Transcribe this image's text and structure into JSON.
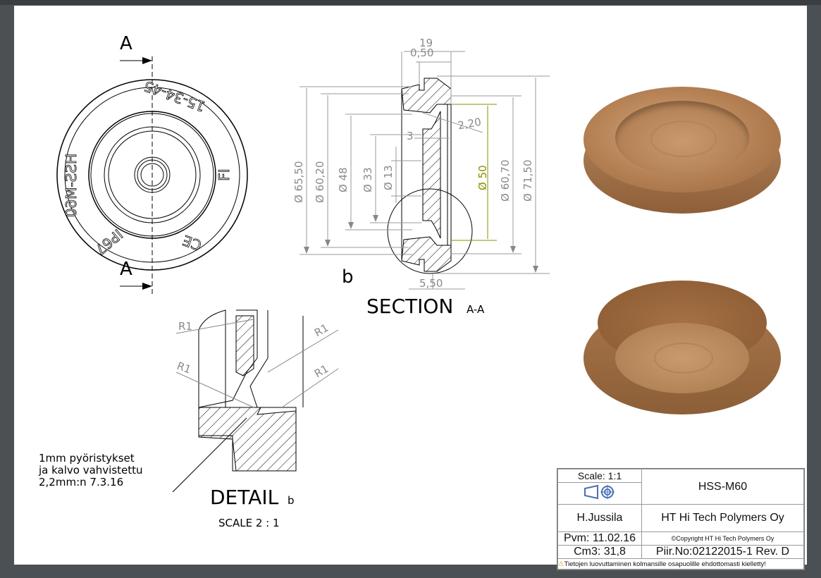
{
  "front_view": {
    "section_label_top": "A",
    "section_label_bottom": "A",
    "engravings": [
      "HSS-M60",
      "15-34-45",
      "FI",
      "IP67",
      "CE"
    ]
  },
  "section_view": {
    "dimensions": {
      "d_19": "19",
      "d_050": "0,50",
      "d_220": "2,20",
      "d_3": "3",
      "d_550": "5,50",
      "dia_6550": "Ø 65,50",
      "dia_6020": "Ø 60,20",
      "dia_48": "Ø 48",
      "dia_33": "Ø 33",
      "dia_13": "Ø 13",
      "dia_50": "Ø 50",
      "dia_6070": "Ø 60,70",
      "dia_7150": "Ø 71,50"
    },
    "detail_marker": "b",
    "title": "SECTION",
    "title_suffix": "A-A"
  },
  "detail_view": {
    "radii": [
      "R1",
      "R1",
      "R1",
      "R1"
    ],
    "note_lines": [
      "1mm pyöristykset",
      "ja kalvo vahvistettu",
      "2,2mm:n 7.3.16"
    ],
    "title": "DETAIL",
    "title_suffix": "b",
    "scale": "SCALE 2 : 1"
  },
  "title_block": {
    "scale": "Scale: 1:1",
    "part_name": "HSS-M60",
    "author": "H.Jussila",
    "company": "HT Hi Tech Polymers Oy",
    "date": "Pvm: 11.02.16",
    "copyright": "©Copyright HT Hi Tech Polymers Oy",
    "volume": "Cm3: 31,8",
    "drawing_no": "Piir.No:02122015-1",
    "revision": "Rev. D",
    "warning": "Tietojen luovuttaminen kolmansille osapuolille ehdottomasti kielletty!"
  },
  "colors": {
    "accent_dim": "#8c8c00",
    "render_brown": "#a8784f"
  }
}
